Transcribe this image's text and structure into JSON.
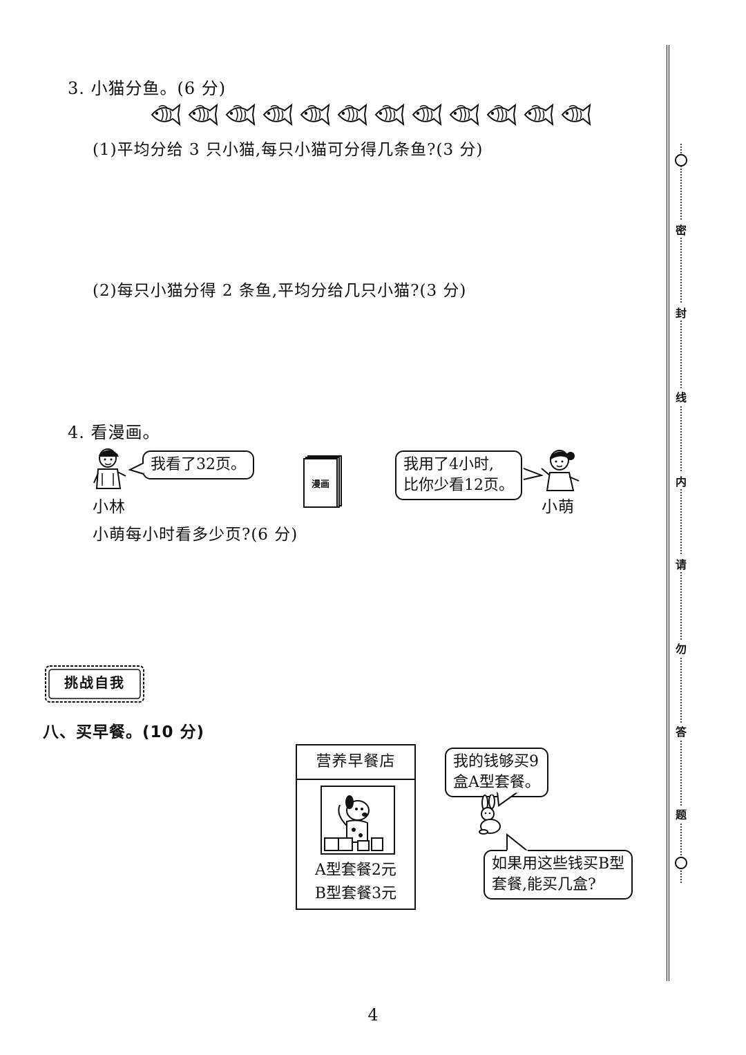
{
  "q3": {
    "title": "3. 小猫分鱼。(6 分)",
    "fish_count": 12,
    "sub1": "(1)平均分给 3 只小猫,每只小猫可分得几条鱼?(3 分)",
    "sub2": "(2)每只小猫分得 2 条鱼,平均分给几只小猫?(3 分)"
  },
  "q4": {
    "title": "4. 看漫画。",
    "xiaolin_bubble": "我看了32页。",
    "xiaolin_name": "小林",
    "book_label": "漫画",
    "xiaomeng_bubble_line1": "我用了4小时,",
    "xiaomeng_bubble_line2": "比你少看12页。",
    "xiaomeng_name": "小萌",
    "question": "小萌每小时看多少页?(6 分)"
  },
  "challenge": {
    "badge": "挑战自我"
  },
  "q8": {
    "title": "八、买早餐。(10 分)",
    "shop_title": "营养早餐店",
    "price_a": "A型套餐2元",
    "price_b": "B型套餐3元",
    "bubble1_line1": "我的钱够买9",
    "bubble1_line2": "盒A型套餐。",
    "bubble2_line1": "如果用这些钱买B型",
    "bubble2_line2": "套餐,能买几盒?"
  },
  "seal": {
    "chars": [
      "密",
      "封",
      "线",
      "内",
      "请",
      "勿",
      "答",
      "题"
    ]
  },
  "page_number": "4"
}
